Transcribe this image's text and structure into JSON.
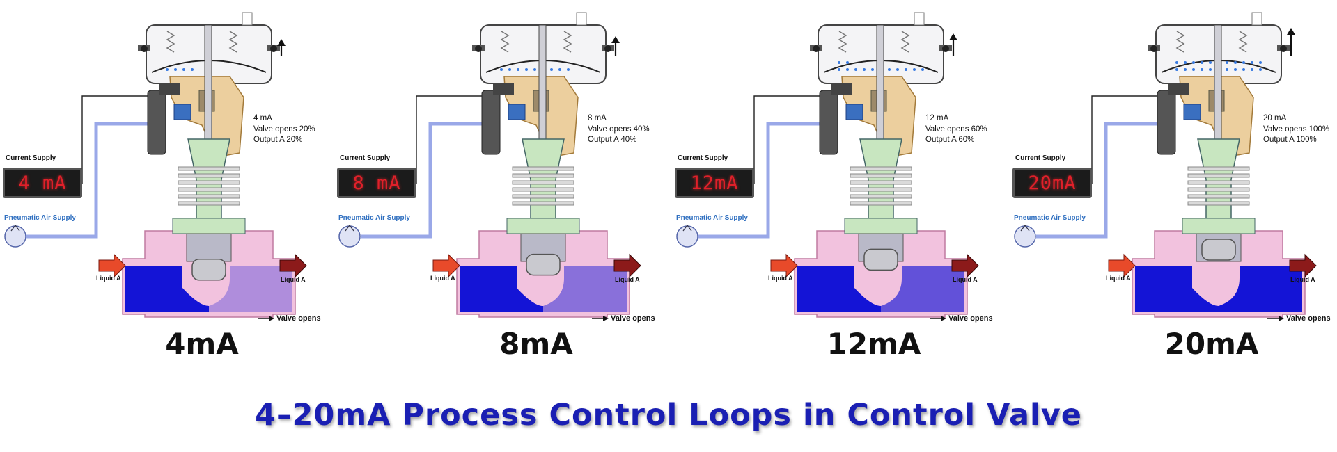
{
  "title": "4–20mA Process Control Loops in Control Valve",
  "panels": [
    {
      "display": "4 mA",
      "label": "4mA",
      "info_current": "4  mA",
      "info_valve": "Valve opens 20%",
      "info_output": "Output A 20%",
      "opening_fraction": 0.2
    },
    {
      "display": "8 mA",
      "label": "8mA",
      "info_current": "8  mA",
      "info_valve": "Valve opens 40%",
      "info_output": "Output A 40%",
      "opening_fraction": 0.4
    },
    {
      "display": "12mA",
      "label": "12mA",
      "info_current": "12  mA",
      "info_valve": "Valve opens 60%",
      "info_output": "Output A 60%",
      "opening_fraction": 0.6
    },
    {
      "display": "20mA",
      "label": "20mA",
      "info_current": "20  mA",
      "info_valve": "Valve opens 100%",
      "info_output": "Output A 100%",
      "opening_fraction": 1.0
    }
  ],
  "labels": {
    "current_supply": "Current Supply",
    "pneumatic_air_supply": "Pneumatic Air Supply",
    "liquid": "Liquid A",
    "valve_opens": "Valve opens"
  },
  "colors": {
    "title": "#1a1fb3",
    "liquid": "#1414d6",
    "body_pink": "#f2c2de",
    "yoke_green": "#c8e6c0",
    "positioner_tan": "#eccf9e",
    "display_red": "#e0202a",
    "air_line": "#9aa8e8",
    "arrow_in": "#e84a2a",
    "arrow_out": "#8c1a1a"
  }
}
